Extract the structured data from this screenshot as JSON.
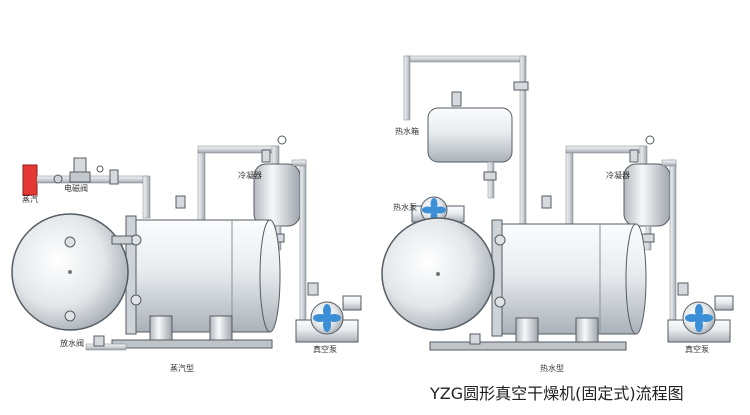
{
  "title": "YZG圆形真空干燥机(固定式)流程图",
  "left_unit": {
    "steam_label": "蒸汽",
    "solenoid_valve_label": "电磁阀",
    "condenser_label": "冷凝器",
    "drain_valve_label": "放水阀",
    "vacuum_pump_label": "真空泵",
    "type_label": "蒸汽型"
  },
  "right_unit": {
    "hot_water_tank_label": "热水箱",
    "hot_water_pump_label": "热水泵",
    "condenser_label": "冷凝器",
    "vacuum_pump_label": "真空泵",
    "type_label": "热水型"
  },
  "colors": {
    "steel_light": "#f4f6f8",
    "steel_dark": "#9aa2aa",
    "pipe": "#c9ced3",
    "outline": "#555c63",
    "pump_blue": "#3b8fd6",
    "steam_red": "#e53935",
    "base": "#bfc4c9"
  }
}
